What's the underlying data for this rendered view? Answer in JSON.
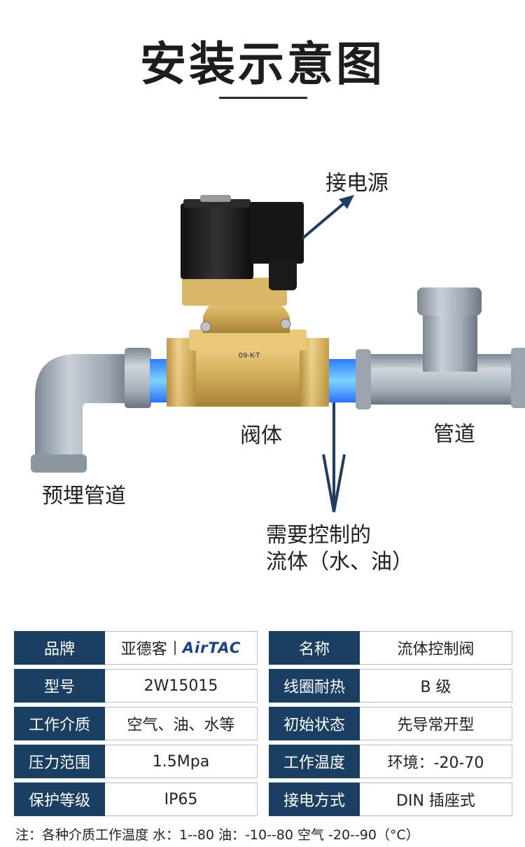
{
  "header": {
    "title": "安装示意图"
  },
  "diagram": {
    "labels": {
      "power": "接电源",
      "valve_body": "阀体",
      "pipe": "管道",
      "embedded_pipe": "预埋管道",
      "fluid_line1": "需要控制的",
      "fluid_line2": "流体（水、油）"
    },
    "valve_marking": "09-K-T"
  },
  "specs": {
    "rows": [
      {
        "left_key": "品牌",
        "left_val": "亚德客",
        "left_logo": "AirTAC",
        "right_key": "名称",
        "right_val": "流体控制阀"
      },
      {
        "left_key": "型号",
        "left_val": "2W15015",
        "right_key": "线圈耐热",
        "right_val": "B 级"
      },
      {
        "left_key": "工作介质",
        "left_val": "空气、油、水等",
        "right_key": "初始状态",
        "right_val": "先导常开型"
      },
      {
        "left_key": "压力范围",
        "left_val": "1.5Mpa",
        "right_key": "工作温度",
        "right_val": "环境：-20-70"
      },
      {
        "left_key": "保护等级",
        "left_val": "IP65",
        "right_key": "接电方式",
        "right_val": "DIN 插座式"
      }
    ]
  },
  "footnote": "注：各种介质工作温度  水：1--80  油：-10--80  空气 -20--90（°C）"
}
